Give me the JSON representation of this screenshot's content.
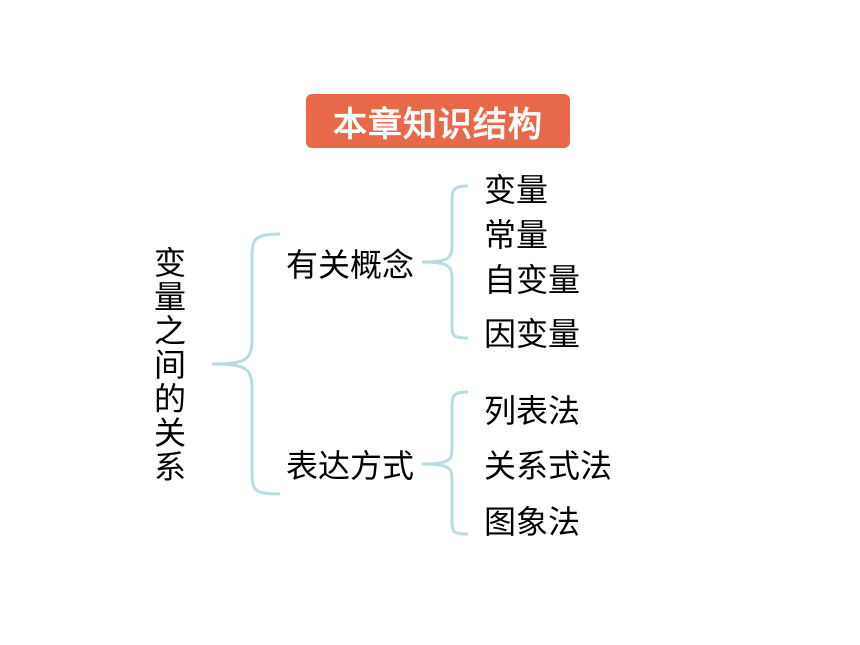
{
  "title": "本章知识结构",
  "root": "变量之间的关系",
  "branches": [
    {
      "label": "有关概念",
      "leaves": [
        "变量",
        "常量",
        "自变量",
        "因变量"
      ]
    },
    {
      "label": "表达方式",
      "leaves": [
        "列表法",
        "关系式法",
        "图象法"
      ]
    }
  ],
  "colors": {
    "title_bg": "#e8694a",
    "title_text": "#ffffff",
    "brace": "#b7dde0"
  }
}
